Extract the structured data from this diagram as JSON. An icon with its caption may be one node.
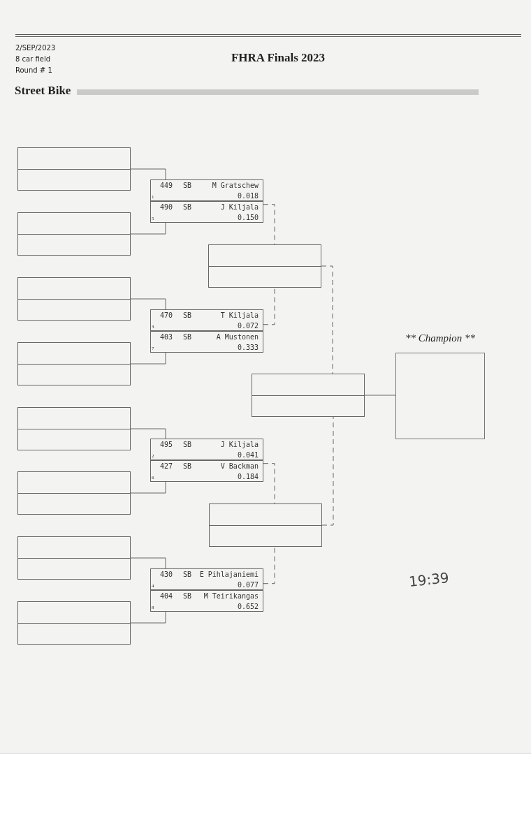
{
  "diagram": {
    "title": "FHRA Finals 2023",
    "nodes": [
      {
        "text": [],
        "shape": "box"
      },
      {
        "text": [],
        "shape": "box"
      },
      {
        "text": [],
        "shape": "box"
      },
      {
        "text": [],
        "shape": "box"
      },
      {
        "text": [],
        "shape": "box"
      },
      {
        "text": [],
        "shape": "box"
      },
      {
        "text": [],
        "shape": "box"
      },
      {
        "text": [],
        "shape": "box"
      },
      {
        "text": [
          "449",
          "SB",
          "M Gratschew",
          "1",
          "0.018"
        ]
      },
      {
        "text": [
          "490",
          "SB",
          "J Kiljala",
          "5",
          "0.150"
        ]
      },
      {
        "text": [
          "470",
          "SB",
          "T Kiljala",
          "3",
          "0.072"
        ]
      },
      {
        "text": [
          "403",
          "SB",
          "A Mustonen",
          "7",
          "0.333"
        ]
      },
      {
        "text": [
          "495",
          "SB",
          "J Kiljala",
          "2",
          "0.041"
        ]
      },
      {
        "text": [
          "427",
          "SB",
          "V Backman",
          "6",
          "0.184"
        ]
      },
      {
        "text": [
          "430",
          "SB",
          "E Pihlajaniemi",
          "4",
          "0.077"
        ]
      },
      {
        "text": [
          "404",
          "SB",
          "M Teirikangas",
          "8",
          "0.652"
        ]
      },
      {
        "text": [],
        "shape": "box"
      },
      {
        "text": [],
        "shape": "box"
      },
      {
        "text": [],
        "shape": "box"
      },
      {
        "text": [
          "** Champion **"
        ]
      }
    ],
    "edges": [
      {
        "from": 0,
        "to": 8,
        "arrow": "none"
      },
      {
        "from": 1,
        "to": 9,
        "arrow": "none"
      },
      {
        "from": 2,
        "to": 10,
        "arrow": "none"
      },
      {
        "from": 3,
        "to": 11,
        "arrow": "none"
      },
      {
        "from": 4,
        "to": 12,
        "arrow": "none"
      },
      {
        "from": 5,
        "to": 13,
        "arrow": "none"
      },
      {
        "from": 6,
        "to": 14,
        "arrow": "none"
      },
      {
        "from": 7,
        "to": 15,
        "arrow": "none"
      },
      {
        "from": 9,
        "to": 16,
        "arrow": "none",
        "style": "dashed"
      },
      {
        "from": 10,
        "to": 16,
        "arrow": "none",
        "style": "dashed"
      },
      {
        "from": 13,
        "to": 17,
        "arrow": "none",
        "style": "dashed"
      },
      {
        "from": 14,
        "to": 17,
        "arrow": "none",
        "style": "dashed"
      },
      {
        "from": 16,
        "to": 18,
        "arrow": "none",
        "style": "dashed"
      },
      {
        "from": 17,
        "to": 18,
        "arrow": "none",
        "style": "dashed"
      },
      {
        "from": 18,
        "to": 19,
        "arrow": "none"
      }
    ],
    "labels": [
      "2/SEP/2023",
      "8 car field",
      "Round # 1",
      "Street Bike",
      "19:39"
    ]
  }
}
